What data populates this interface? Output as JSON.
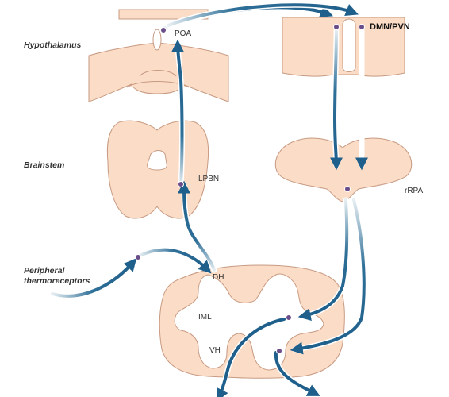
{
  "regions": {
    "hypothalamus": "Hypothalamus",
    "brainstem": "Brainstem",
    "peripheral_line1": "Peripheral",
    "peripheral_line2": "thermoreceptors"
  },
  "nuclei": {
    "poa": "POA",
    "dmn_pvn": "DMN/PVN",
    "lpbn": "LPBN",
    "rrpa": "rRPA",
    "dh": "DH",
    "iml": "IML",
    "vh": "VH"
  },
  "colors": {
    "tissue": "#fbdcc6",
    "tissue_outline": "#c79a82",
    "axon": "#1f5f8b",
    "axon_light": "#e6eef2",
    "neuron": "#6a4d89"
  }
}
